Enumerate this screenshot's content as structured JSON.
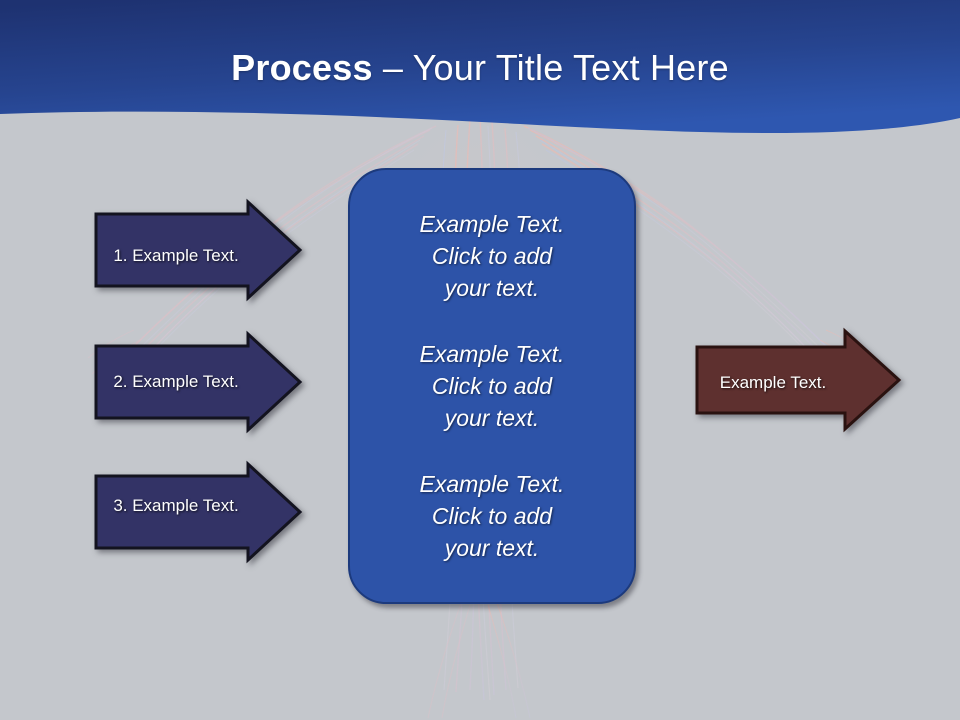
{
  "slide": {
    "title_bold": "Process",
    "title_rest": " – Your Title Text Here",
    "background_color": "#c4c7cc",
    "header_gradient_top": "#1e3271",
    "header_gradient_bottom": "#2e57b0"
  },
  "left_arrows": [
    {
      "label": "1. Example Text.",
      "fill": "#333366",
      "stroke": "#13131f"
    },
    {
      "label": "2. Example Text.",
      "fill": "#333366",
      "stroke": "#13131f"
    },
    {
      "label": "3. Example Text.",
      "fill": "#333366",
      "stroke": "#13131f"
    }
  ],
  "center_box": {
    "fill": "#2d53a8",
    "stroke": "#1c3a7d",
    "paragraphs": [
      "Example Text.\nClick  to add\nyour text.",
      "Example Text.\nClick  to add\nyour text.",
      "Example Text.\nClick  to add\nyour text."
    ]
  },
  "right_arrow": {
    "label": "Example Text.",
    "fill": "#5e302f",
    "stroke": "#2a1210"
  }
}
